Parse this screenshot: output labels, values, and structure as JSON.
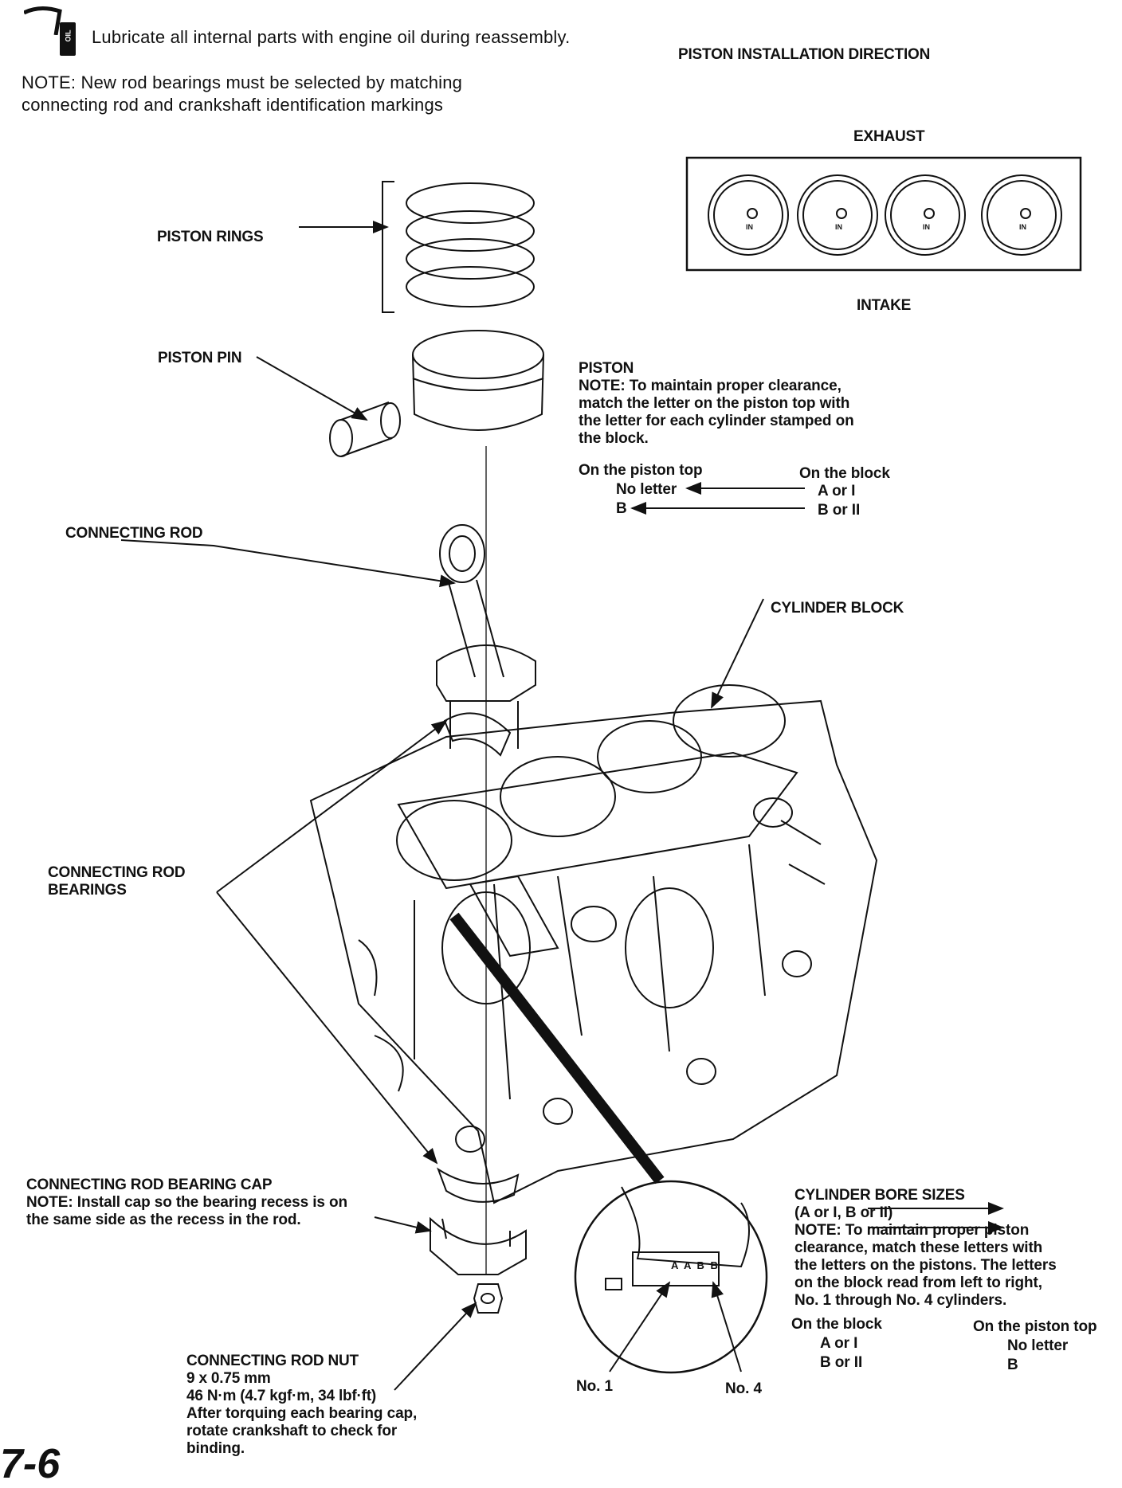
{
  "header": {
    "lubricate_text": "Lubricate all internal parts with engine oil during reassembly.",
    "oil_icon_label": "OIL",
    "note_line1": "NOTE: New rod bearings must be selected by matching",
    "note_line2": "connecting rod and crankshaft identification markings"
  },
  "piston_direction": {
    "title": "PISTON INSTALLATION DIRECTION",
    "exhaust": "EXHAUST",
    "intake": "INTAKE",
    "piston_mark": "IN"
  },
  "labels": {
    "piston_rings": "PISTON RINGS",
    "piston_pin": "PISTON PIN",
    "connecting_rod": "CONNECTING ROD",
    "cylinder_block": "CYLINDER BLOCK",
    "rod_bearings_line1": "CONNECTING ROD",
    "rod_bearings_line2": "BEARINGS"
  },
  "piston_note": {
    "title": "PISTON",
    "lines": [
      "NOTE: To maintain proper clearance,",
      "match the letter on the piston top with",
      "the letter for each cylinder stamped on",
      "the block."
    ],
    "col_left": "On the piston top",
    "col_right": "On the block",
    "row1_left": "No letter",
    "row1_right": "A or I",
    "row2_left": "B",
    "row2_right": "B or II"
  },
  "bearing_cap": {
    "title": "CONNECTING ROD BEARING CAP",
    "line1": "NOTE: Install cap so the bearing recess is on",
    "line2": "the same side as the recess in the rod."
  },
  "rod_nut": {
    "title": "CONNECTING ROD NUT",
    "size": "9 x 0.75 mm",
    "torque": "46 N·m (4.7 kgf·m, 34 lbf·ft)",
    "line1": "After torquing each bearing cap,",
    "line2": "rotate crankshaft to check for",
    "line3": "binding."
  },
  "bore_sizes": {
    "title": "CYLINDER BORE SIZES",
    "subtitle": "(A or I, B or II)",
    "lines": [
      "NOTE: To maintain proper piston",
      "clearance, match these letters with",
      "the letters on the pistons. The letters",
      "on the block read from left to right,",
      "No. 1 through No. 4 cylinders."
    ],
    "col_left": "On the block",
    "col_right": "On the piston top",
    "row1_left": "A or I",
    "row1_right": "No letter",
    "row2_left": "B or II",
    "row2_right": "B"
  },
  "detail": {
    "stamp": "A A B B",
    "no1": "No. 1",
    "no4": "No. 4"
  },
  "footer": {
    "page_number": "7-6"
  }
}
